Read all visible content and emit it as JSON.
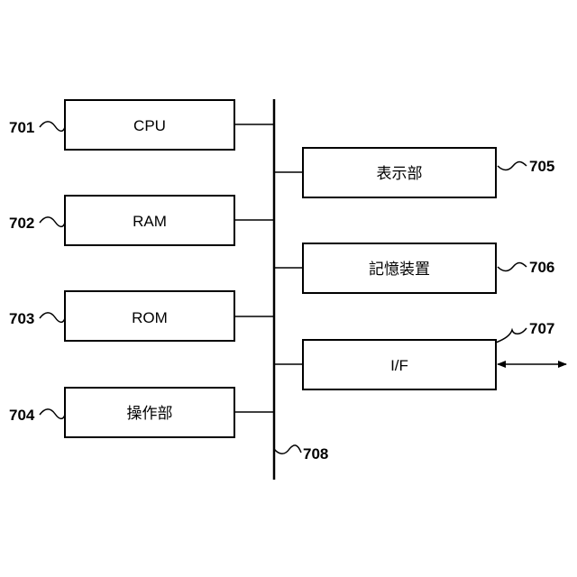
{
  "blocks": {
    "cpu": {
      "label": "CPU",
      "ref": "701"
    },
    "ram": {
      "label": "RAM",
      "ref": "702"
    },
    "rom": {
      "label": "ROM",
      "ref": "703"
    },
    "input": {
      "label": "操作部",
      "ref": "704"
    },
    "display": {
      "label": "表示部",
      "ref": "705"
    },
    "storage": {
      "label": "記憶装置",
      "ref": "706"
    },
    "interface": {
      "label": "I/F",
      "ref": "707"
    }
  },
  "bus": {
    "ref": "708"
  }
}
